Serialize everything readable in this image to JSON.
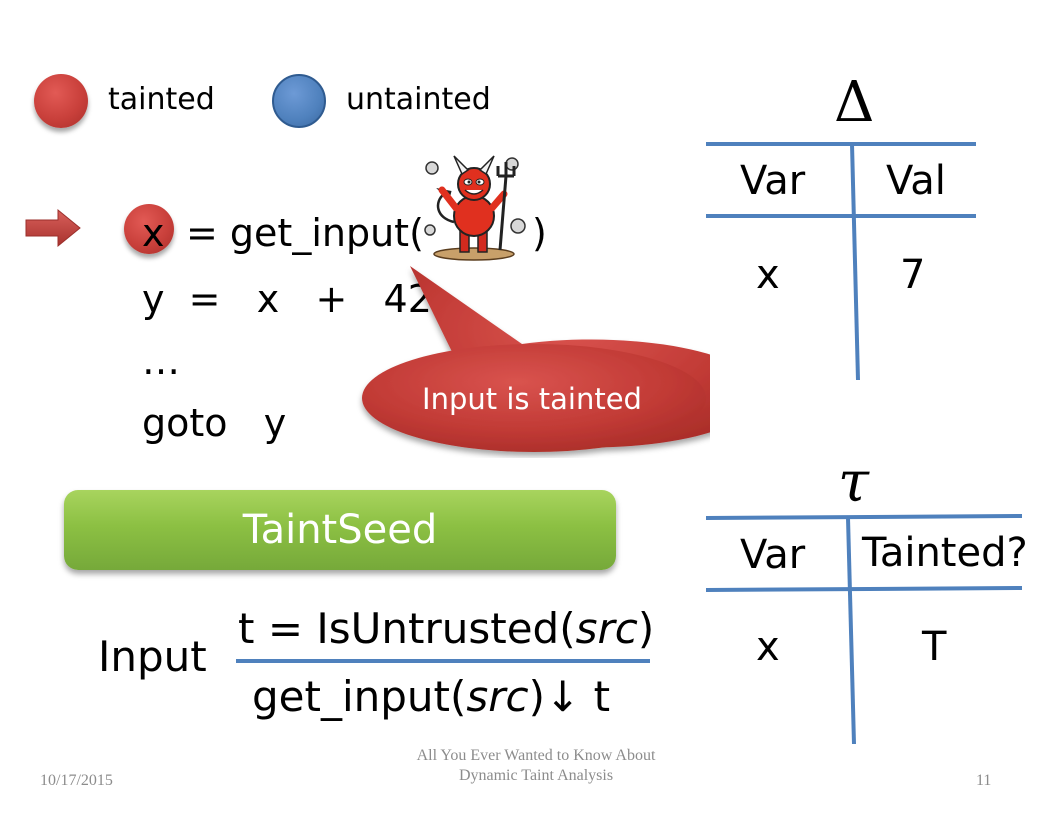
{
  "legend": {
    "tainted": "tainted",
    "untainted": "untainted"
  },
  "code": {
    "line1_var": "x",
    "line1_rest": "= get_input(",
    "line1_close": ")",
    "line2": "y  =   x   +   42",
    "line3": "…",
    "line4": "goto   y"
  },
  "callout": {
    "text": "Input is tainted"
  },
  "delta_table": {
    "symbol": "Δ",
    "headers": [
      "Var",
      "Val"
    ],
    "rows": [
      [
        "x",
        "7"
      ]
    ]
  },
  "tau_table": {
    "symbol": "τ",
    "headers": [
      "Var",
      "Tainted?"
    ],
    "rows": [
      [
        "x",
        "T"
      ]
    ]
  },
  "taintseed": {
    "label": "TaintSeed"
  },
  "rule": {
    "name": "Input",
    "premise_prefix": "t = IsUntrusted(",
    "premise_arg": "src",
    "premise_suffix": ")",
    "conclusion_prefix": "get_input(",
    "conclusion_arg": "src",
    "conclusion_suffix": ")↓ t"
  },
  "footer": {
    "date": "10/17/2015",
    "title_line1": "All You Ever Wanted to Know About",
    "title_line2": "Dynamic Taint Analysis",
    "page": "11"
  },
  "colors": {
    "tainted": "#c0504d",
    "untainted": "#4f81bd",
    "table_lines": "#4f81bd",
    "rule_line": "#4f81bd",
    "seed_green": "#8cc043"
  }
}
